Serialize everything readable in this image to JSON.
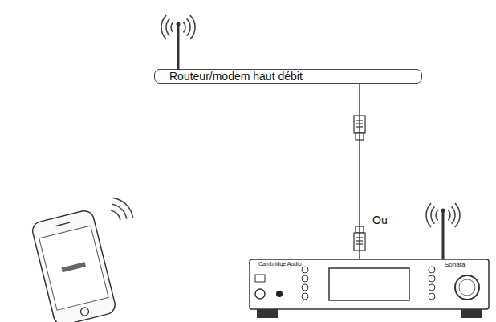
{
  "diagram": {
    "nodes": [
      {
        "text": [
          "Routeur/modem haut débit"
        ]
      },
      {
        "text": [
          "Cambridge Audio",
          "Sonata"
        ]
      }
    ],
    "edges": [
      {
        "from": 0,
        "to": 1,
        "arrow": "none"
      }
    ],
    "labels": [
      "Ou"
    ]
  }
}
